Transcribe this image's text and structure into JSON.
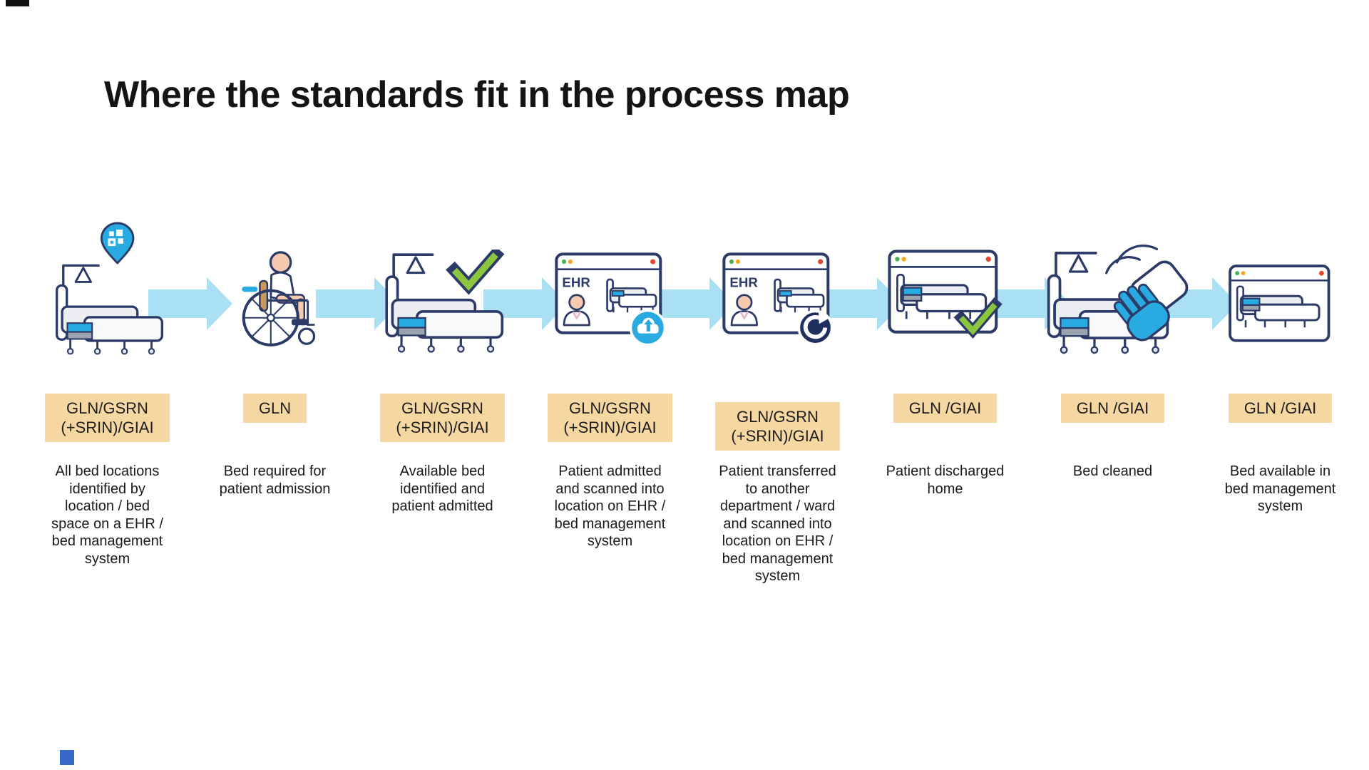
{
  "title": "Where the standards fit in the process map",
  "ehr_label": "EHR",
  "colors": {
    "outline_navy": "#2C3A68",
    "accent_cyan": "#29ABE2",
    "arrow_blue": "#A9E0F3",
    "badge_tan": "#F5D7A2",
    "check_green": "#8CC63F",
    "refresh_navy": "#20305E",
    "bottom_square_blue": "#3666C6"
  },
  "steps": [
    {
      "icon": "bed-location-pin-icon",
      "badge": "GLN/GSRN\n(+SRIN)/GIAI",
      "description": "All bed locations\nidentified by\nlocation / bed\nspace on a EHR /\nbed management\nsystem"
    },
    {
      "icon": "wheelchair-patient-icon",
      "badge": "GLN",
      "description": "Bed required for\npatient admission"
    },
    {
      "icon": "bed-available-check-icon",
      "badge": "GLN/GSRN\n(+SRIN)/GIAI",
      "description": "Available bed\nidentified and\npatient admitted"
    },
    {
      "icon": "ehr-cloud-upload-icon",
      "badge": "GLN/GSRN\n(+SRIN)/GIAI",
      "description": "Patient admitted\nand scanned into\nlocation on EHR /\nbed management\nsystem"
    },
    {
      "icon": "ehr-transfer-refresh-icon",
      "badge": "GLN/GSRN\n(+SRIN)/GIAI",
      "description": "Patient transferred\nto another\ndepartment / ward\nand  scanned into\nlocation on EHR /\nbed management\nsystem"
    },
    {
      "icon": "bed-system-check-icon",
      "badge": "GLN /GIAI",
      "description": "Patient discharged\nhome"
    },
    {
      "icon": "bed-cleaning-icon",
      "badge": "GLN /GIAI",
      "description": "Bed cleaned"
    },
    {
      "icon": "bed-management-window-icon",
      "badge": "GLN /GIAI",
      "description": "Bed available in\nbed management\nsystem"
    }
  ]
}
